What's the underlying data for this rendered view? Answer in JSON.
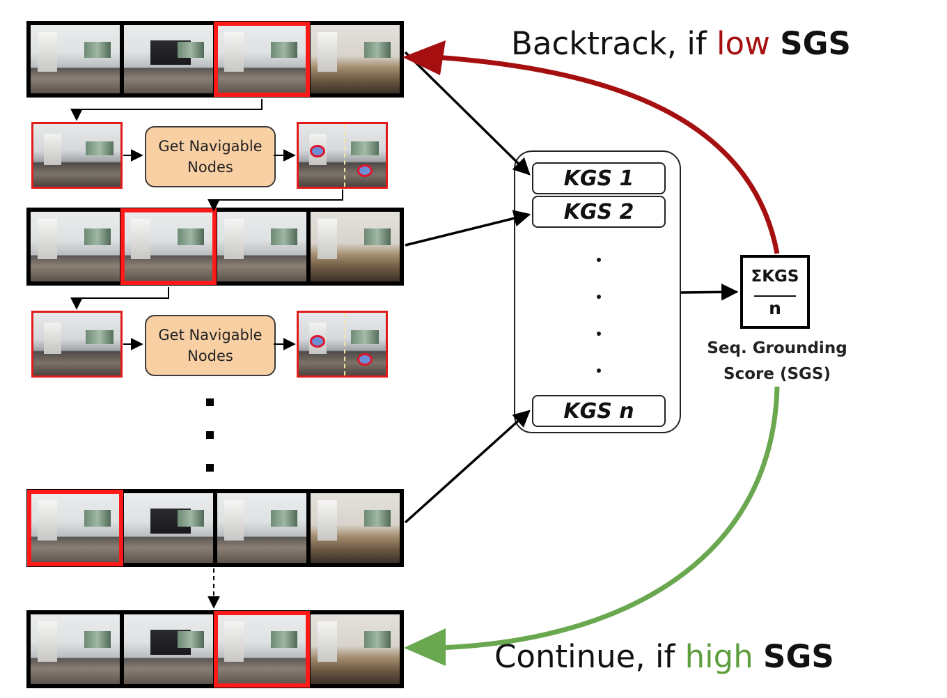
{
  "gnn_label": "Get Navigable\nNodes",
  "kgs_items": {
    "first": "KGS 1",
    "second": "KGS 2",
    "last": "KGS n"
  },
  "sgs_formula": {
    "numerator": "ΣKGS",
    "denominator": "n"
  },
  "sgs_label": "Seq. Grounding\nScore (SGS)",
  "backtrack": {
    "prefix": "Backtrack, if ",
    "word": "low",
    "suffix": "SGS",
    "color": "#a50f0f"
  },
  "continue": {
    "prefix": "Continue, if ",
    "word": "high",
    "suffix": "SGS",
    "color": "#5e9e3e"
  }
}
